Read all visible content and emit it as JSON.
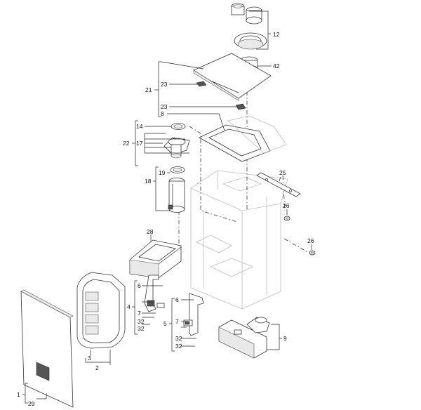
{
  "labels": {
    "l12": "12",
    "l42": "42",
    "l21": "21",
    "l23a": "23",
    "l23b": "23",
    "l8": "8",
    "l14": "14",
    "l22": "22",
    "l17": "17",
    "l19": "19",
    "l18": "18",
    "l25": "25",
    "l26a": "26",
    "l26b": "26",
    "l28": "28",
    "l6a": "6",
    "l4": "4",
    "l7a": "7",
    "l32a": "32",
    "l32b": "32",
    "l6b": "6",
    "l5": "5",
    "l7b": "7",
    "l32c": "32",
    "l32d": "32",
    "l9": "9",
    "l3": "3",
    "l2": "2",
    "l1": "1",
    "l29": "29"
  }
}
